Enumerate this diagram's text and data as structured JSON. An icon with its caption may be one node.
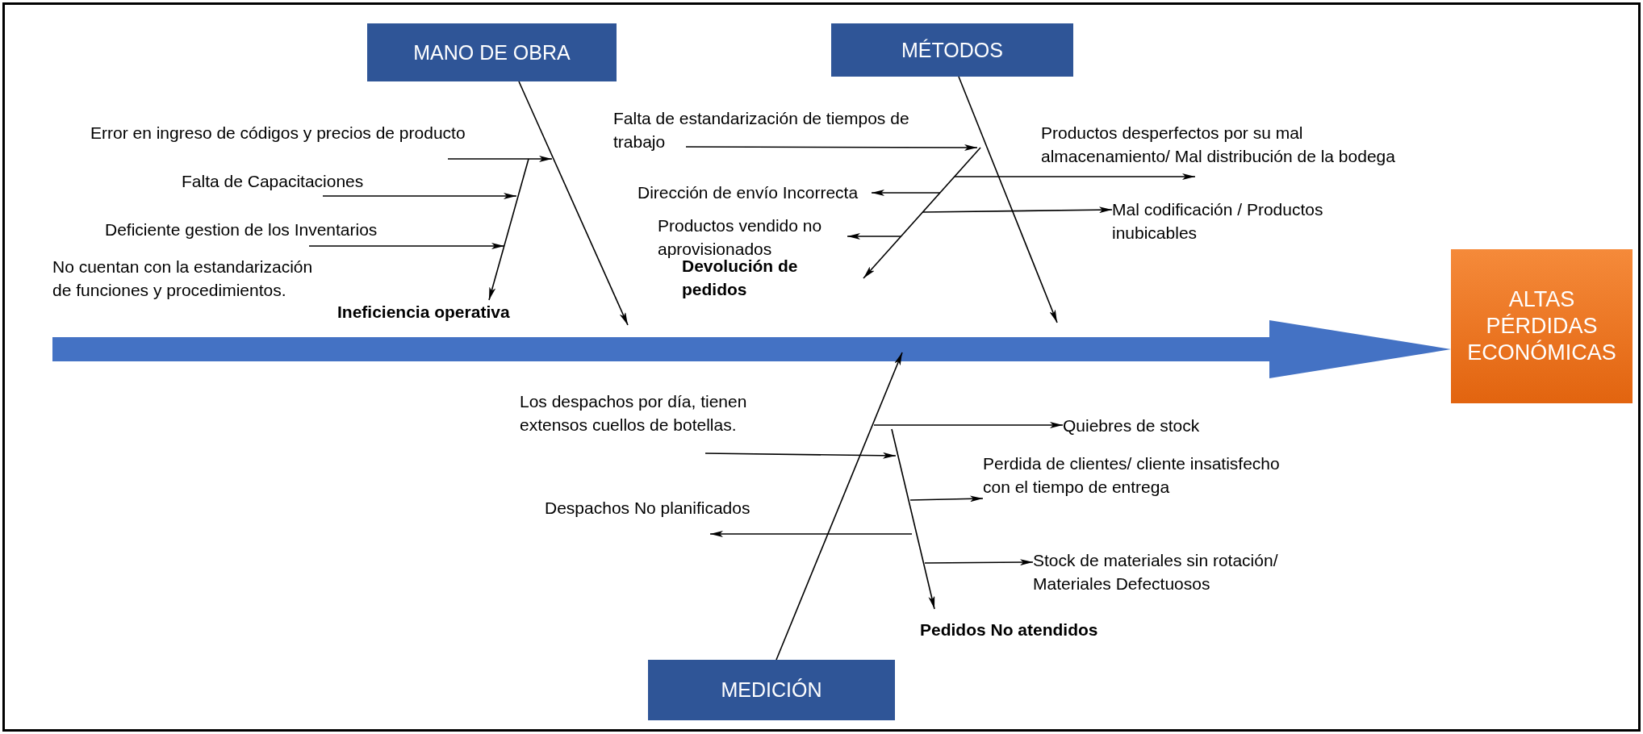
{
  "diagram": {
    "nodes": [
      {
        "text": [
          "MANO DE OBRA"
        ]
      },
      {
        "text": [
          "MÉTODOS"
        ]
      },
      {
        "text": [
          "Error en ingreso de códigos y precios de producto"
        ]
      },
      {
        "text": [
          "Falta de Capacitaciones"
        ]
      },
      {
        "text": [
          "Deficiente gestion de los Inventarios"
        ]
      },
      {
        "text": [
          "Ineficiencia operativa"
        ]
      },
      {
        "text": [
          "Falta de estandarización de tiempos de trabajo"
        ]
      },
      {
        "text": [
          "Productos desperfectos por su mal almacenamiento/ Mal distribución de la bodega"
        ]
      },
      {
        "text": [
          "Dirección de envío Incorrecta"
        ]
      },
      {
        "text": [
          "Mal codificación / Productos inubicables"
        ]
      },
      {
        "text": [
          "Productos vendido no aprovisionados"
        ]
      },
      {
        "text": [
          "Devolución de pedidos"
        ]
      },
      {
        "text": [
          "ALTAS PÉRDIDAS ECONÓMICAS"
        ]
      },
      {
        "text": [
          "Los despachos por día, tienen extensos cuellos de botellas."
        ]
      },
      {
        "text": [
          "Quiebres de stock"
        ]
      },
      {
        "text": [
          "Perdida de clientes/ cliente insatisfecho con el tiempo de entrega"
        ]
      },
      {
        "text": [
          "Despachos No planificados"
        ]
      },
      {
        "text": [
          "Stock de materiales sin rotación/ Materiales Defectuosos"
        ]
      },
      {
        "text": [
          "Pedidos No atendidos"
        ]
      },
      {
        "text": [
          "MEDICIÓN"
        ]
      }
    ],
    "edges": [
      {
        "from": 0,
        "to": null,
        "arrow": "to"
      },
      {
        "from": 2,
        "to": null,
        "arrow": "to"
      },
      {
        "from": 3,
        "to": null,
        "arrow": "to"
      },
      {
        "from": 4,
        "to": null,
        "arrow": "to"
      },
      {
        "from": null,
        "to": 5,
        "arrow": "to"
      },
      {
        "from": 1,
        "to": null,
        "arrow": "to"
      },
      {
        "from": 6,
        "to": null,
        "arrow": "to"
      },
      {
        "from": null,
        "to": 7,
        "arrow": "to"
      },
      {
        "from": null,
        "to": 8,
        "arrow": "to"
      },
      {
        "from": null,
        "to": 9,
        "arrow": "to"
      },
      {
        "from": null,
        "to": 10,
        "arrow": "to"
      },
      {
        "from": null,
        "to": 11,
        "arrow": "to"
      },
      {
        "from": null,
        "to": 12,
        "arrow": "to",
        "style": "thick",
        "color": "#4472c4"
      },
      {
        "from": 19,
        "to": null,
        "arrow": "to"
      },
      {
        "from": 13,
        "to": null,
        "arrow": "to"
      },
      {
        "from": null,
        "to": 14,
        "arrow": "to"
      },
      {
        "from": null,
        "to": 18,
        "arrow": "to"
      },
      {
        "from": null,
        "to": 15,
        "arrow": "to"
      },
      {
        "from": null,
        "to": 16,
        "arrow": "to"
      },
      {
        "from": null,
        "to": 17,
        "arrow": "to"
      }
    ],
    "labels": [
      "No cuentan con la estandarización de funciones y procedimientos."
    ]
  }
}
